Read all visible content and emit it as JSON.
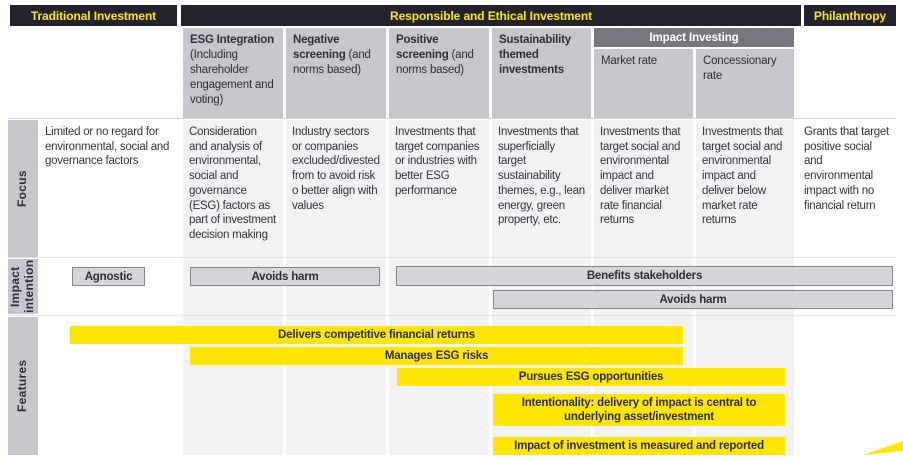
{
  "figure": {
    "top_bars": {
      "traditional": "Traditional Investment",
      "responsible": "Responsible and Ethical Investment",
      "philanthropy": "Philanthropy"
    },
    "column_headers": [
      {
        "bold": "ESG Integration",
        "rest": "(Including shareholder engagement and voting)"
      },
      {
        "bold": "Negative screening",
        "rest": "(and norms based)"
      },
      {
        "bold": "Positive screening",
        "rest": "(and norms based)"
      },
      {
        "bold": "Sustainability themed investments",
        "rest": ""
      }
    ],
    "impact_investing": {
      "title": "Impact Investing",
      "market": "Market rate",
      "concessionary": "Concessionary rate"
    },
    "row_labels": {
      "focus": "Focus",
      "impact_intention": "Impact intention",
      "features": "Features"
    },
    "focus_cells": [
      "Limited or no regard for environmental, social and governance factors",
      "Consideration and analysis of environmental, social and governance (ESG) factors as part of investment decision making",
      "Industry sectors or companies excluded/divested from to avoid risk o better align with values",
      "Investments that target companies or industries with better ESG performance",
      "Investments that superficially target sustainability themes, e.g., lean energy, green property, etc.",
      "Investments that target social and environmental impact and deliver market rate financial returns",
      "Investments that target social and environmental impact and deliver below market rate returns",
      "Grants that target positive social and environmental impact with no financial return"
    ],
    "impact_boxes": {
      "agnostic": "Agnostic",
      "avoids_harm_1": "Avoids harm",
      "benefits_stakeholders": "Benefits stakeholders",
      "avoids_harm_2": "Avoids harm"
    },
    "feature_bars": [
      "Delivers competitive financial returns",
      "Manages ESG risks",
      "Pursues ESG opportunities",
      "Intentionality: delivery of impact is central to underlying asset/investment",
      "Impact of investment is measured and reported"
    ],
    "colors": {
      "ey_yellow": "#ffe600",
      "header_dark": "#23232e",
      "header_gray": "#c6c6cd",
      "impact_bar_gray": "#77777f",
      "column_strip_gray": "#f2f2f4",
      "intent_box_gray": "#d5d5da",
      "text_dark": "#2e2e38"
    }
  }
}
